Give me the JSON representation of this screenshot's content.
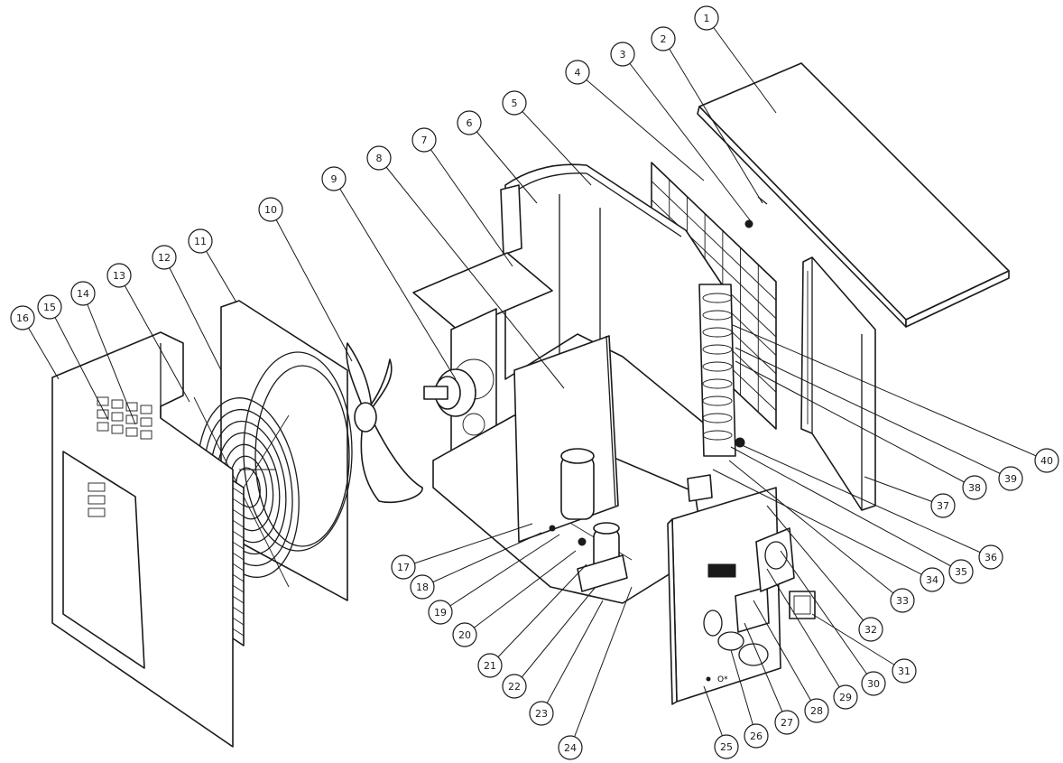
{
  "callouts": [
    {
      "label": "1"
    },
    {
      "label": "2"
    },
    {
      "label": "3"
    },
    {
      "label": "4"
    },
    {
      "label": "5"
    },
    {
      "label": "6"
    },
    {
      "label": "7"
    },
    {
      "label": "8"
    },
    {
      "label": "9"
    },
    {
      "label": "10"
    },
    {
      "label": "11"
    },
    {
      "label": "12"
    },
    {
      "label": "13"
    },
    {
      "label": "14"
    },
    {
      "label": "15"
    },
    {
      "label": "16"
    },
    {
      "label": "17"
    },
    {
      "label": "18"
    },
    {
      "label": "19"
    },
    {
      "label": "20"
    },
    {
      "label": "21"
    },
    {
      "label": "22"
    },
    {
      "label": "23"
    },
    {
      "label": "24"
    },
    {
      "label": "25"
    },
    {
      "label": "26"
    },
    {
      "label": "27"
    },
    {
      "label": "28"
    },
    {
      "label": "29"
    },
    {
      "label": "30"
    },
    {
      "label": "31"
    },
    {
      "label": "32"
    },
    {
      "label": "33"
    },
    {
      "label": "34"
    },
    {
      "label": "35"
    },
    {
      "label": "36"
    },
    {
      "label": "37"
    },
    {
      "label": "38"
    },
    {
      "label": "39"
    },
    {
      "label": "40"
    }
  ]
}
